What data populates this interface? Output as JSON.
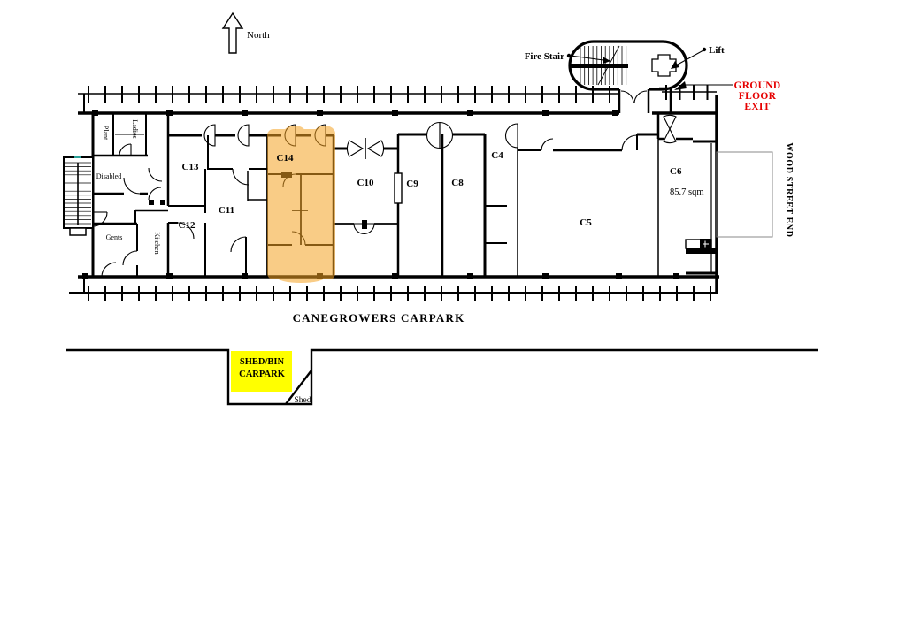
{
  "compass": {
    "label": "North"
  },
  "stair_lift": {
    "fire_stair": "Fire Stair",
    "lift": "Lift"
  },
  "exit": {
    "lines": [
      "GROUND",
      "FLOOR",
      "EXIT"
    ]
  },
  "street": {
    "label": "WOOD STREET END"
  },
  "carparks": {
    "canegrowers": "CANEGROWERS CARPARK",
    "shed_bin": [
      "SHED/BIN",
      "CARPARK"
    ],
    "shed": "Shed"
  },
  "rooms": [
    {
      "id": "c13",
      "label": "C13"
    },
    {
      "id": "c14",
      "label": "C14",
      "highlighted": true
    },
    {
      "id": "c11",
      "label": "C11"
    },
    {
      "id": "c12",
      "label": "C12"
    },
    {
      "id": "c10",
      "label": "C10"
    },
    {
      "id": "c9",
      "label": "C9"
    },
    {
      "id": "c8",
      "label": "C8"
    },
    {
      "id": "c4",
      "label": "C4"
    },
    {
      "id": "c5",
      "label": "C5"
    },
    {
      "id": "c6",
      "label": "C6",
      "area": "85.7 sqm"
    }
  ],
  "facilities": [
    {
      "label": "Plant"
    },
    {
      "label": "Ladies"
    },
    {
      "label": "Disabled"
    },
    {
      "label": "Gents"
    },
    {
      "label": "Kitchen"
    }
  ],
  "colors": {
    "highlight": "#F5A324",
    "shed_bin_fill": "#FFFF00",
    "exit_text": "#E60000"
  }
}
